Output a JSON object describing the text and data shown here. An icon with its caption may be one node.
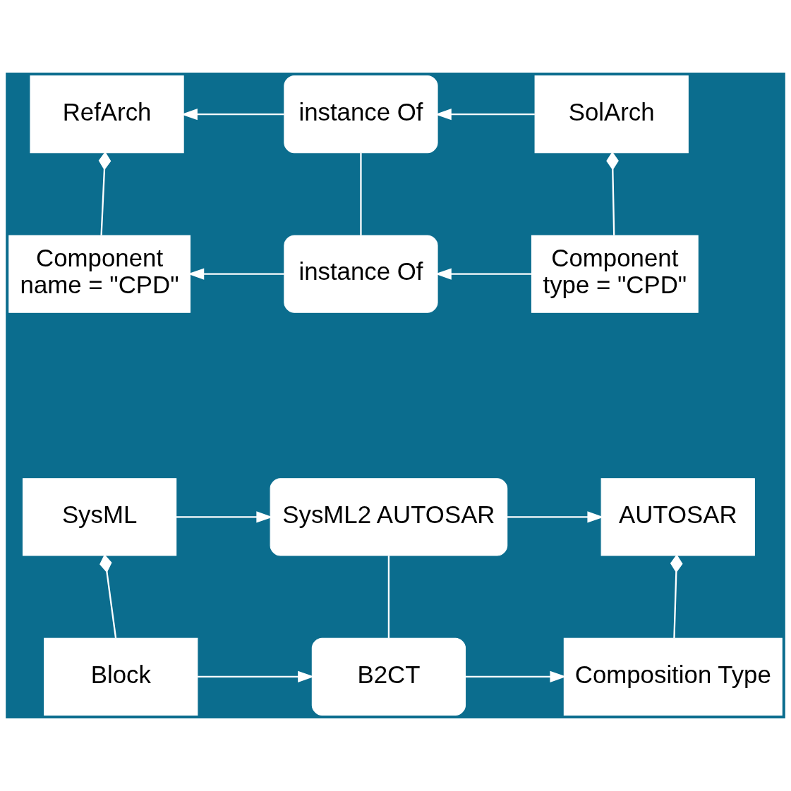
{
  "diagram": {
    "nodes": [
      {
        "text": [
          "RefArch"
        ]
      },
      {
        "text": [
          "instance Of"
        ]
      },
      {
        "text": [
          "SolArch"
        ]
      },
      {
        "text": [
          "Component",
          "name = \"CPD\""
        ]
      },
      {
        "text": [
          "instance Of"
        ]
      },
      {
        "text": [
          "Component",
          "type = \"CPD\""
        ]
      },
      {
        "text": [
          "SysML"
        ]
      },
      {
        "text": [
          "SysML2 AUTOSAR"
        ]
      },
      {
        "text": [
          "AUTOSAR"
        ]
      },
      {
        "text": [
          "Block"
        ]
      },
      {
        "text": [
          "B2CT"
        ]
      },
      {
        "text": [
          "Composition Type"
        ]
      }
    ],
    "edges": [
      {
        "from": 1,
        "to": 0,
        "arrow": "to"
      },
      {
        "from": 2,
        "to": 1,
        "arrow": "to"
      },
      {
        "from": 3,
        "to": 0,
        "arrow": "other"
      },
      {
        "from": 1,
        "to": 4,
        "arrow": "none"
      },
      {
        "from": 5,
        "to": 2,
        "arrow": "other"
      },
      {
        "from": 4,
        "to": 3,
        "arrow": "to"
      },
      {
        "from": 5,
        "to": 4,
        "arrow": "to"
      },
      {
        "from": 6,
        "to": 7,
        "arrow": "to"
      },
      {
        "from": 7,
        "to": 8,
        "arrow": "to"
      },
      {
        "from": 9,
        "to": 6,
        "arrow": "other"
      },
      {
        "from": 7,
        "to": 10,
        "arrow": "none"
      },
      {
        "from": 11,
        "to": 8,
        "arrow": "other"
      },
      {
        "from": 9,
        "to": 10,
        "arrow": "to"
      },
      {
        "from": 10,
        "to": 11,
        "arrow": "to"
      }
    ]
  }
}
